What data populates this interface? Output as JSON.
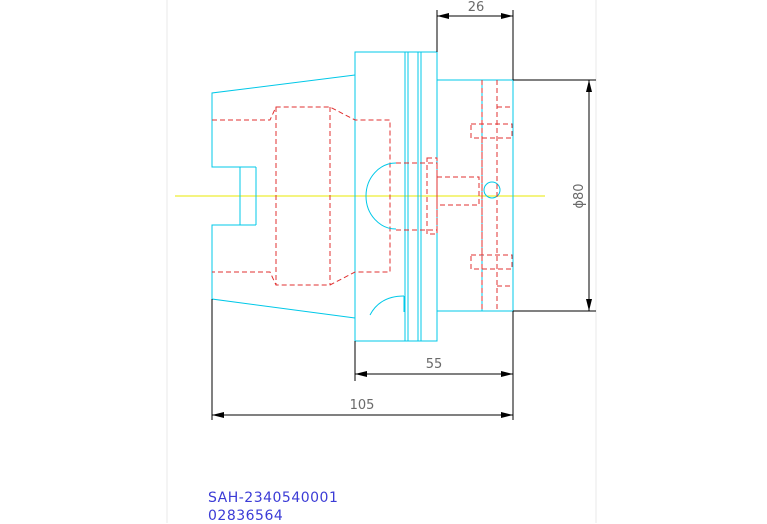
{
  "drawing": {
    "dimensions": {
      "top_width": "26",
      "diameter": "ϕ80",
      "shank_length": "55",
      "overall_length": "105"
    },
    "part_number": "SAH-2340540001",
    "serial_number": "02836564",
    "colors": {
      "outline": "#00c8e8",
      "hidden_lines": "#e03030",
      "centerline": "#e8e800",
      "dimension": "#000000",
      "dimension_text": "#6a6a6a",
      "caption": "#3b3bd6"
    }
  }
}
